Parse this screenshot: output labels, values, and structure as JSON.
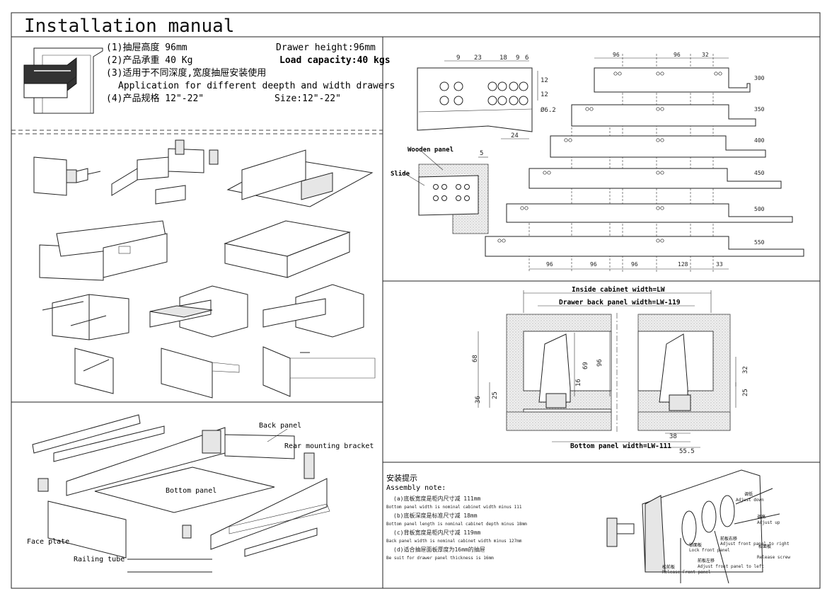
{
  "header": {
    "title": "Installation manual"
  },
  "specs": {
    "line1_cn": "(1)抽屉高度 96mm",
    "line1_en": "Drawer height:96mm",
    "line2_cn": "(2)产品承重 40 Kg",
    "line2_en": "Load capacity:40 kgs",
    "line3_cn": "(3)适用于不同深度,宽度抽屉安装使用",
    "line3_en": "Application for different deepth and width drawers",
    "line4_cn": "(4)产品规格 12\"-22\"",
    "line4_en": "Size:12\"-22\""
  },
  "hole_detail": {
    "top_dims": [
      "9",
      "23",
      "18",
      "9",
      "6"
    ],
    "side_dims": [
      "12",
      "12"
    ],
    "diameter": "Ø6.2",
    "bottom_dim": "24",
    "wooden_panel": "Wooden panel",
    "slide": "Slide",
    "gap": "5"
  },
  "lengths": {
    "sizes": [
      "300",
      "350",
      "400",
      "450",
      "500",
      "550"
    ],
    "top_dims": [
      "96",
      "96",
      "32"
    ],
    "bottom_dims": [
      "96",
      "96",
      "96",
      "128",
      "33"
    ]
  },
  "cross_section": {
    "inside_width": "Inside cabinet width=LW",
    "back_width": "Drawer back panel width=LW-119",
    "bottom_width": "Bottom panel width=LW-111",
    "left_dims": [
      "68",
      "25",
      "36"
    ],
    "mid_dims": [
      "69",
      "96",
      "16"
    ],
    "right_dims": [
      "32",
      "25"
    ],
    "bottom_dims": [
      "38",
      "55.5"
    ]
  },
  "exploded": {
    "back_panel": "Back panel",
    "rear_bracket": "Rear mounting bracket",
    "bottom_panel": "Bottom panel",
    "face_plate": "Face plate",
    "railing_tube": "Railing tube"
  },
  "assembly_note": {
    "title_cn": "安装提示",
    "title_en": "Assembly note:",
    "a_cn": "(a)底板宽度是柜内尺寸减 111mm",
    "a_en": "Bottom panel width is nominal cabinet width minus 111",
    "b_cn": "(b)底板深度是标准尺寸减 18mm",
    "b_en": "Bottom panel length is nominal cabinet depth minus 18mm",
    "c_cn": "(c)背板宽度是柜内尺寸减 119mm",
    "c_en": "Back panel width is nominal cabinet width minus 127mm",
    "d_cn": "(d)适合抽屉面板厚度为16mm的抽屉",
    "d_en": "Be suit for drawer panel thickness is 16mm"
  },
  "adjust_labels": {
    "up_cn": "调低",
    "up_en": "Adjust down",
    "down_cn": "调高",
    "down_en": "Adjust up",
    "left_cn": "前板右移",
    "left_en": "Adjust front panel to right",
    "release_cn": "松面板",
    "release_en": "Release screw",
    "lock_cn": "锁面板",
    "lock_en": "Lock front panel",
    "front_left_cn": "前板左移",
    "front_left_en": "Adjust front panel to left",
    "rel_panel_cn": "松前板",
    "rel_panel_en": "Release Front panel"
  }
}
